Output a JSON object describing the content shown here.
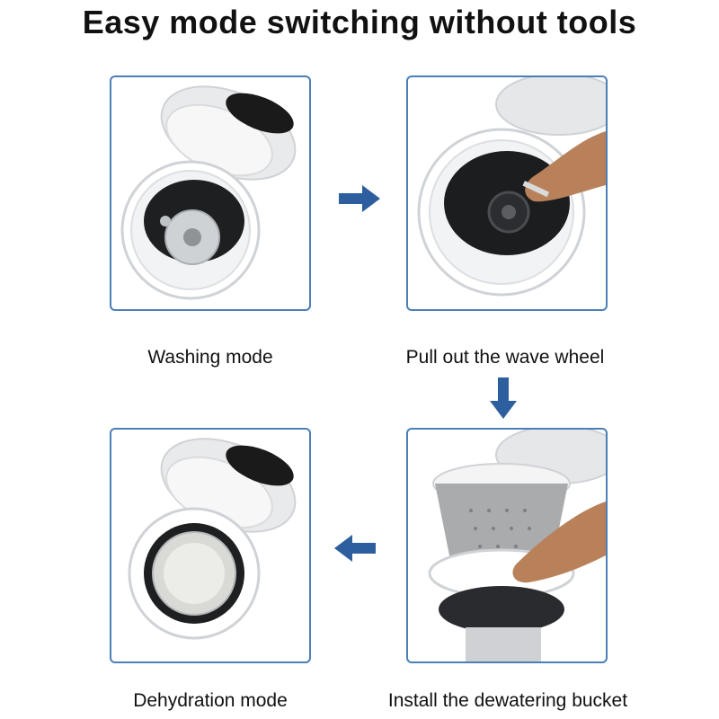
{
  "title": "Easy mode switching without tools",
  "steps": [
    {
      "caption": "Washing mode"
    },
    {
      "caption": "Pull out the wave wheel"
    },
    {
      "caption": "Install the dewatering bucket"
    },
    {
      "caption": "Dehydration mode"
    }
  ],
  "colors": {
    "frame": "#4a7fb8",
    "arrow": "#2d5f9e"
  },
  "icons": [
    "arrow-right-icon",
    "arrow-down-icon",
    "arrow-left-icon"
  ]
}
